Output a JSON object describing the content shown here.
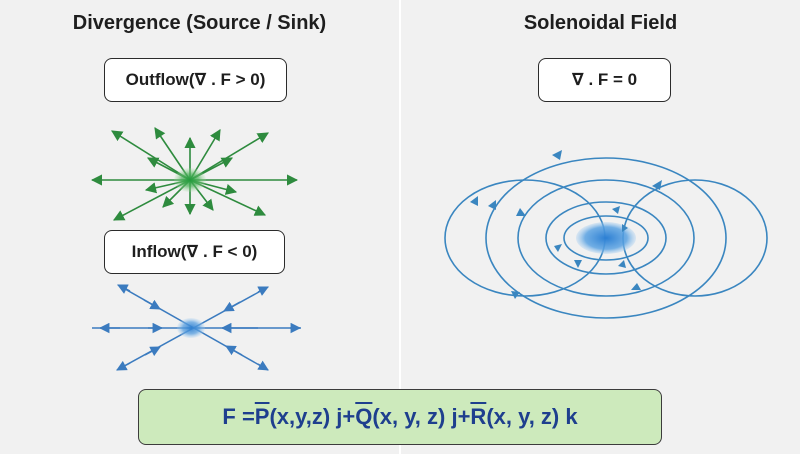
{
  "left": {
    "title": "Divergence (Source / Sink)",
    "outflow_label": "Outflow(∇ . F > 0)",
    "inflow_label": "Inflow(∇ . F < 0)"
  },
  "right": {
    "title": "Solenoidal Field",
    "label": "∇ . F = 0"
  },
  "formula": {
    "lhs": "F = ",
    "p": "P",
    "p_args": "(x,y,z) j+",
    "q": "Q",
    "q_args": "(x, y, z) j+",
    "r": "R",
    "r_args": " (x, y, z) k"
  },
  "colors": {
    "outflow": "#2e8b3e",
    "inflow": "#3b7bbf",
    "solenoid": "#3a86c0",
    "formula_bg": "#cdeabc",
    "formula_text": "#1e3f8e"
  },
  "icons": [
    "source-outflow-arrows",
    "sink-inflow-arrows",
    "solenoidal-loops"
  ]
}
